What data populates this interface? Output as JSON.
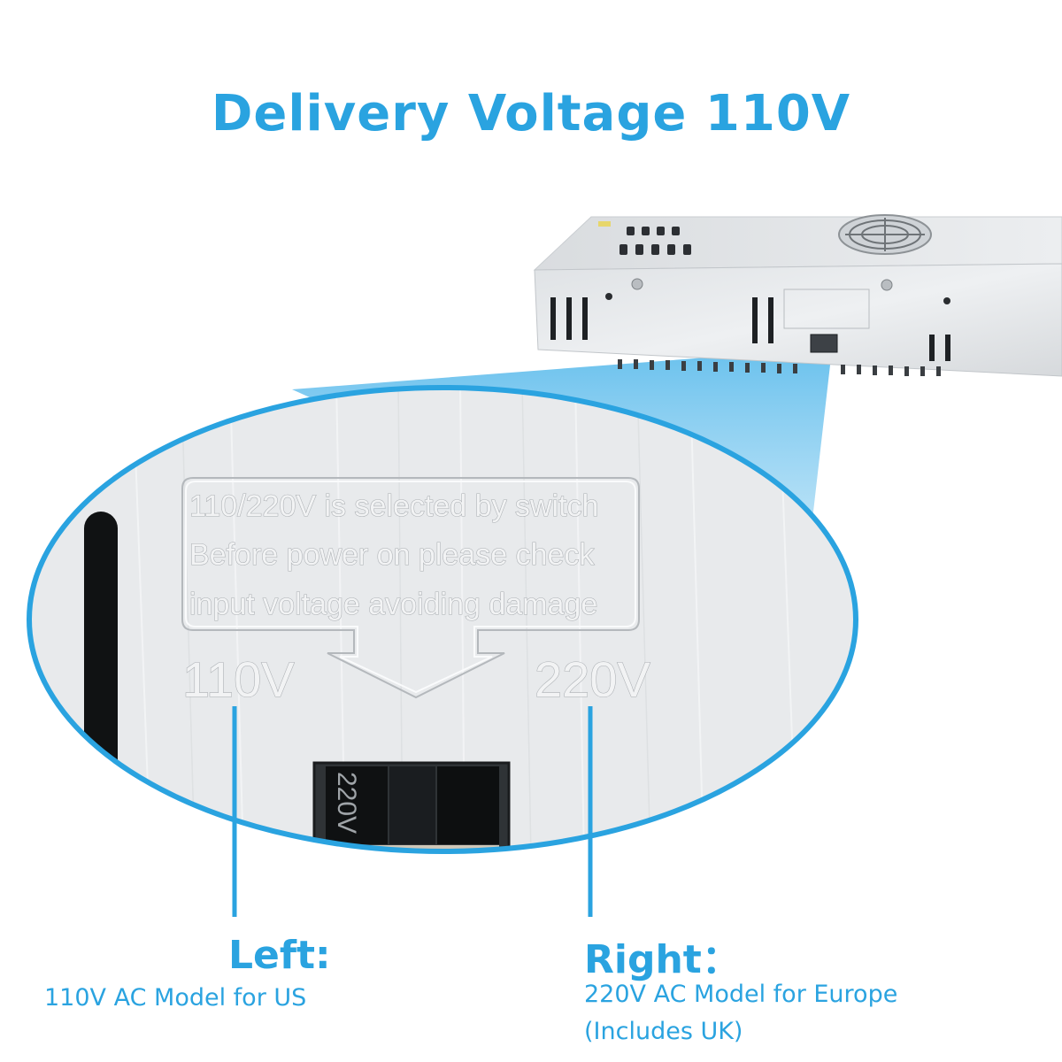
{
  "title": "Delivery Voltage 110V",
  "label_plate": {
    "lines": [
      "110/220V is selected by switch",
      "Before power on please check",
      "input voltage avoiding damage"
    ],
    "left_voltage": "110V",
    "right_voltage": "220V",
    "switch_text": "220V"
  },
  "captions": {
    "left": {
      "heading": "Left:",
      "text": "110V AC Model for US"
    },
    "right": {
      "heading": "Right：",
      "lines": [
        "220V AC Model for Europe",
        "(Includes UK)"
      ]
    }
  },
  "colors": {
    "accent": "#2aa3e0",
    "metal": "#e4e6e8",
    "white": "#ffffff"
  },
  "icons": {
    "power_supply": "power-supply-unit-icon",
    "fan": "fan-icon"
  }
}
